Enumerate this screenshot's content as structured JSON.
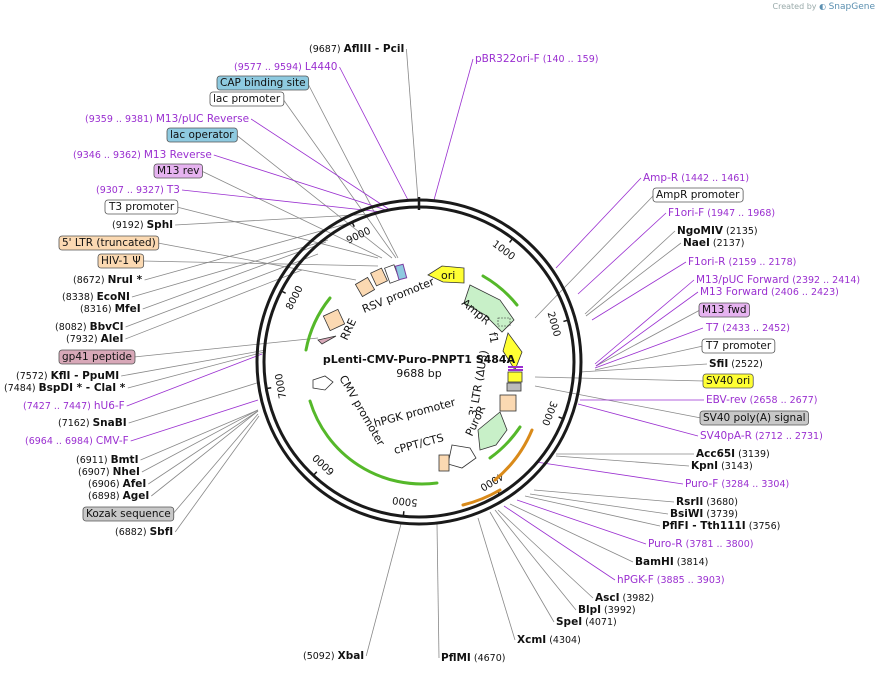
{
  "credit": {
    "prefix": "Created by",
    "brand": "SnapGene"
  },
  "plasmid": {
    "name": "pLenti-CMV-Puro-PNPT1 S484A",
    "size_label": "9688 bp",
    "length": 9688
  },
  "colors": {
    "primer": "#9a2fd0",
    "site": "#000000",
    "ring": "#1a1a1a",
    "feature_green": "#55b82a",
    "feature_orange": "#d98a1a"
  },
  "ticks": [
    {
      "pos": 1000,
      "label": "1000"
    },
    {
      "pos": 2000,
      "label": "2000"
    },
    {
      "pos": 3000,
      "label": "3000"
    },
    {
      "pos": 4000,
      "label": "4000"
    },
    {
      "pos": 5000,
      "label": "5000"
    },
    {
      "pos": 6000,
      "label": "6000"
    },
    {
      "pos": 7000,
      "label": "7000"
    },
    {
      "pos": 8000,
      "label": "8000"
    },
    {
      "pos": 9000,
      "label": "9000"
    }
  ],
  "inner_labels": [
    {
      "name": "ori",
      "type": "yellow-arrow"
    },
    {
      "name": "AmpR",
      "type": "green-arrow"
    },
    {
      "name": "f1",
      "type": "text"
    },
    {
      "name": "3' LTR (ΔU3)",
      "type": "text"
    },
    {
      "name": "PuroR",
      "type": "green-arrow"
    },
    {
      "name": "hPGK promoter",
      "type": "text"
    },
    {
      "name": "cPPT/CTS",
      "type": "text"
    },
    {
      "name": "CMV promoter",
      "type": "text"
    },
    {
      "name": "RRE",
      "type": "text"
    },
    {
      "name": "RSV promoter",
      "type": "text"
    }
  ],
  "annotations": [
    {
      "id": "aflIII",
      "kind": "site",
      "prefix": "(9687)",
      "name": "AflIII",
      "suffix": "- PciI"
    },
    {
      "id": "l4440",
      "kind": "primer",
      "prefix": "(9577 .. 9594)",
      "name": "L4440"
    },
    {
      "id": "cap",
      "kind": "boxed",
      "name": "CAP binding site",
      "fill": "#8ecae0"
    },
    {
      "id": "lacprom",
      "kind": "boxed",
      "name": "lac promoter",
      "fill": "#ffffff"
    },
    {
      "id": "m13puc_rev",
      "kind": "primer",
      "prefix": "(9359 .. 9381)",
      "name": "M13/pUC Reverse"
    },
    {
      "id": "lacop",
      "kind": "boxed",
      "name": "lac operator",
      "fill": "#8ecae0"
    },
    {
      "id": "m13rev_p",
      "kind": "primer",
      "prefix": "(9346 .. 9362)",
      "name": "M13 Reverse"
    },
    {
      "id": "m13rev_f",
      "kind": "boxed",
      "name": "M13 rev",
      "fill": "#e6b3f0"
    },
    {
      "id": "t3",
      "kind": "primer",
      "prefix": "(9307 .. 9327)",
      "name": "T3"
    },
    {
      "id": "t3prom",
      "kind": "boxed",
      "name": "T3 promoter",
      "fill": "#ffffff"
    },
    {
      "id": "sphI",
      "kind": "site",
      "prefix": "(9192)",
      "name": "SphI"
    },
    {
      "id": "ltr5",
      "kind": "boxed",
      "name": "5' LTR (truncated)",
      "fill": "#fbd9b2"
    },
    {
      "id": "hiv1",
      "kind": "boxed",
      "name": "HIV-1 Ψ",
      "fill": "#fbd9b2"
    },
    {
      "id": "nruI",
      "kind": "site",
      "prefix": "(8672)",
      "name": "NruI *"
    },
    {
      "id": "ecoNI",
      "kind": "site",
      "prefix": "(8338)",
      "name": "EcoNI"
    },
    {
      "id": "mfeI",
      "kind": "site",
      "prefix": "(8316)",
      "name": "MfeI"
    },
    {
      "id": "bbvCI",
      "kind": "site",
      "prefix": "(8082)",
      "name": "BbvCI"
    },
    {
      "id": "aleI",
      "kind": "site",
      "prefix": "(7932)",
      "name": "AleI"
    },
    {
      "id": "gp41",
      "kind": "boxed",
      "name": "gp41 peptide",
      "fill": "#d8a8b8"
    },
    {
      "id": "kflI",
      "kind": "site",
      "prefix": "(7572)",
      "name": "KflI",
      "suffix": "- PpuMI"
    },
    {
      "id": "bspDI",
      "kind": "site",
      "prefix": "(7484)",
      "name": "BspDI *",
      "suffix": "- ClaI *"
    },
    {
      "id": "hu6f",
      "kind": "primer",
      "prefix": "(7427 .. 7447)",
      "name": "hU6-F"
    },
    {
      "id": "snaBI",
      "kind": "site",
      "prefix": "(7162)",
      "name": "SnaBI"
    },
    {
      "id": "cmvf",
      "kind": "primer",
      "prefix": "(6964 .. 6984)",
      "name": "CMV-F"
    },
    {
      "id": "bmtI",
      "kind": "site",
      "prefix": "(6911)",
      "name": "BmtI"
    },
    {
      "id": "nheI",
      "kind": "site",
      "prefix": "(6907)",
      "name": "NheI"
    },
    {
      "id": "afeI",
      "kind": "site",
      "prefix": "(6906)",
      "name": "AfeI"
    },
    {
      "id": "ageI",
      "kind": "site",
      "prefix": "(6898)",
      "name": "AgeI"
    },
    {
      "id": "kozak",
      "kind": "boxed",
      "name": "Kozak sequence",
      "fill": "#c8c8c8"
    },
    {
      "id": "sbfI",
      "kind": "site",
      "prefix": "(6882)",
      "name": "SbfI"
    },
    {
      "id": "xbaI",
      "kind": "site",
      "prefix": "(5092)",
      "name": "XbaI"
    },
    {
      "id": "pflMI",
      "kind": "site",
      "name": "PflMI",
      "suffix": "(4670)"
    },
    {
      "id": "xcmI",
      "kind": "site",
      "name": "XcmI",
      "suffix": "(4304)"
    },
    {
      "id": "speI",
      "kind": "site",
      "name": "SpeI",
      "suffix": "(4071)"
    },
    {
      "id": "blpI",
      "kind": "site",
      "name": "BlpI",
      "suffix": "(3992)"
    },
    {
      "id": "ascI",
      "kind": "site",
      "name": "AscI",
      "suffix": "(3982)"
    },
    {
      "id": "hpgkf",
      "kind": "primer",
      "name": "hPGK-F",
      "suffix": "(3885 .. 3903)"
    },
    {
      "id": "bamHI",
      "kind": "site",
      "name": "BamHI",
      "suffix": "(3814)"
    },
    {
      "id": "puroR_p",
      "kind": "primer",
      "name": "Puro-R",
      "suffix": "(3781 .. 3800)"
    },
    {
      "id": "pflFI",
      "kind": "site",
      "name": "PflFI",
      "mid": "- Tth111I",
      "suffix": "(3756)"
    },
    {
      "id": "bsiWI",
      "kind": "site",
      "name": "BsiWI",
      "suffix": "(3739)"
    },
    {
      "id": "rsrII",
      "kind": "site",
      "name": "RsrII",
      "suffix": "(3680)"
    },
    {
      "id": "purof",
      "kind": "primer",
      "name": "Puro-F",
      "suffix": "(3284 .. 3304)"
    },
    {
      "id": "kpnI",
      "kind": "site",
      "name": "KpnI",
      "suffix": "(3143)"
    },
    {
      "id": "acc65I",
      "kind": "site",
      "name": "Acc65I",
      "suffix": "(3139)"
    },
    {
      "id": "sv40par",
      "kind": "primer",
      "name": "SV40pA-R",
      "suffix": "(2712 .. 2731)"
    },
    {
      "id": "sv40pa",
      "kind": "boxed",
      "name": "SV40 poly(A) signal",
      "fill": "#c8c8c8"
    },
    {
      "id": "ebvrev",
      "kind": "primer",
      "name": "EBV-rev",
      "suffix": "(2658 .. 2677)"
    },
    {
      "id": "sv40ori",
      "kind": "boxed",
      "name": "SV40 ori",
      "fill": "#ffff33"
    },
    {
      "id": "sfiI",
      "kind": "site",
      "name": "SfiI",
      "suffix": "(2522)"
    },
    {
      "id": "t7prom",
      "kind": "boxed",
      "name": "T7 promoter",
      "fill": "#ffffff"
    },
    {
      "id": "t7",
      "kind": "primer",
      "name": "T7",
      "suffix": "(2433 .. 2452)"
    },
    {
      "id": "m13fwd_f",
      "kind": "boxed",
      "name": "M13 fwd",
      "fill": "#e6b3f0"
    },
    {
      "id": "m13fwd",
      "kind": "primer",
      "name": "M13 Forward",
      "suffix": "(2406 .. 2423)"
    },
    {
      "id": "m13pucf",
      "kind": "primer",
      "name": "M13/pUC Forward",
      "suffix": "(2392 .. 2414)"
    },
    {
      "id": "f1orir",
      "kind": "primer",
      "name": "F1ori-R",
      "suffix": "(2159 .. 2178)"
    },
    {
      "id": "naeI",
      "kind": "site",
      "name": "NaeI",
      "suffix": "(2137)"
    },
    {
      "id": "ngoMIV",
      "kind": "site",
      "name": "NgoMIV",
      "suffix": "(2135)"
    },
    {
      "id": "f1orif",
      "kind": "primer",
      "name": "F1ori-F",
      "suffix": "(1947 .. 1968)"
    },
    {
      "id": "amprprom",
      "kind": "boxed",
      "name": "AmpR promoter",
      "fill": "#ffffff"
    },
    {
      "id": "ampr_p",
      "kind": "primer",
      "name": "Amp-R",
      "suffix": "(1442 .. 1461)"
    },
    {
      "id": "pbr322",
      "kind": "primer",
      "name": "pBR322ori-F",
      "suffix": "(140 .. 159)"
    }
  ]
}
